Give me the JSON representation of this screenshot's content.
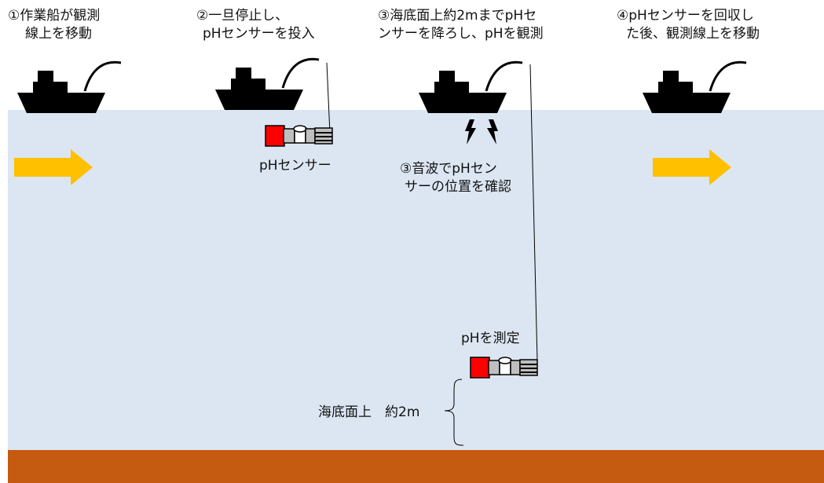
{
  "steps": [
    {
      "line1": "①作業船が観測",
      "line2": "線上を移動"
    },
    {
      "line1": "②一旦停止し、",
      "line2": "pHセンサーを投入"
    },
    {
      "line1": "③海底面上約2mまでpHセ",
      "line2": "ンサーを降ろし、pHを観測"
    },
    {
      "line1": "④pHセンサーを回収し",
      "line2": "た後、観測線上を移動"
    }
  ],
  "labels": {
    "sensor": "pHセンサー",
    "sonar_line1": "③音波でpHセン",
    "sonar_line2": "サーの位置を確認",
    "measure": "pHを測定",
    "seabed_height": "海底面上　約2m"
  },
  "colors": {
    "sea": "#dce6f2",
    "seabed": "#c55a11",
    "arrow": "#ffc000",
    "ship": "#000000",
    "sensor_red": "#ff0000",
    "sensor_gray": "#bfbfbf"
  },
  "icons": [
    "ship-icon",
    "right-arrow-icon",
    "ph-sensor-icon",
    "sonar-signal-icon",
    "cable-line",
    "brace-icon"
  ]
}
